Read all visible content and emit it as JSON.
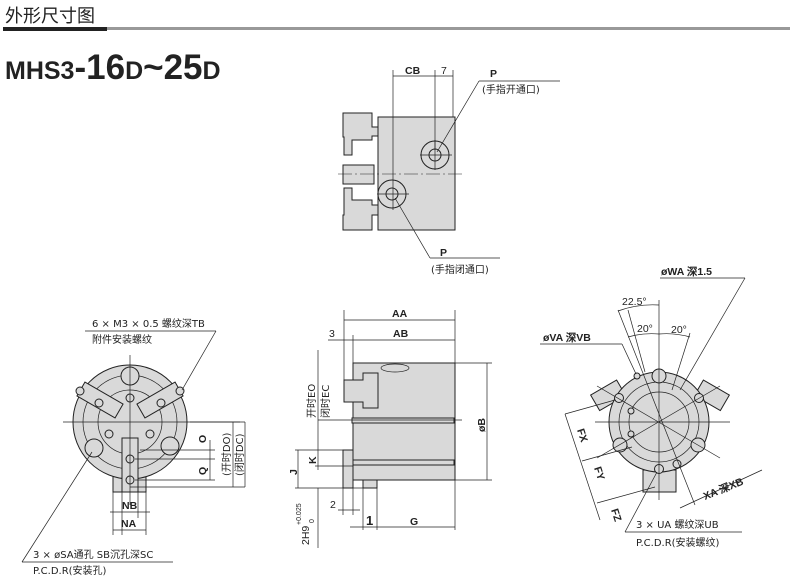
{
  "header": {
    "section_title": "外形尺寸图"
  },
  "model": {
    "prefix": "MHS3",
    "dash_from": "-16",
    "d1": "D",
    "tilde_to": "~25",
    "d2": "D"
  },
  "top_view": {
    "dim_cb": "CB",
    "dim_7": "7",
    "port_open_label": "P",
    "port_open_note": "(手指开通口)",
    "port_close_label": "P",
    "port_close_note": "(手指闭通口)"
  },
  "front_view": {
    "thread_callout": "6 × M3 × 0.5 螺纹深TB",
    "thread_note": "附件安装螺纹",
    "hole_callout": "3 × øSA通孔   SB沉孔深SC",
    "hole_note": "P.C.D.R(安装孔)",
    "dim_nb": "NB",
    "dim_na": "NA",
    "dim_o": "O",
    "dim_q": "Q",
    "dim_do": "(开时DO)",
    "dim_dc": "(闭时DC)"
  },
  "side_view": {
    "dim_aa": "AA",
    "dim_ab": "AB",
    "dim_3": "3",
    "dim_b": "øB",
    "dim_eo": "开时EO",
    "dim_ec": "闭时EC",
    "dim_j": "J",
    "dim_k": "K",
    "dim_2": "2",
    "dim_1": "1",
    "dim_g": "G",
    "dim_2h9": "2H9",
    "tol_upper": "+0.025",
    "tol_lower": "0"
  },
  "rear_view": {
    "wa_callout": "øWA   深1.5",
    "va_callout": "øVA   深VB",
    "angle_22_5": "22.5°",
    "angle_20a": "20°",
    "angle_20b": "20°",
    "dim_fx": "FX",
    "dim_fy": "FY",
    "dim_fz": "FZ",
    "dim_xa": "XA   深XB",
    "ua_callout": "3 × UA 螺纹深UB",
    "ua_note": "P.C.D.R(安装螺纹)"
  }
}
